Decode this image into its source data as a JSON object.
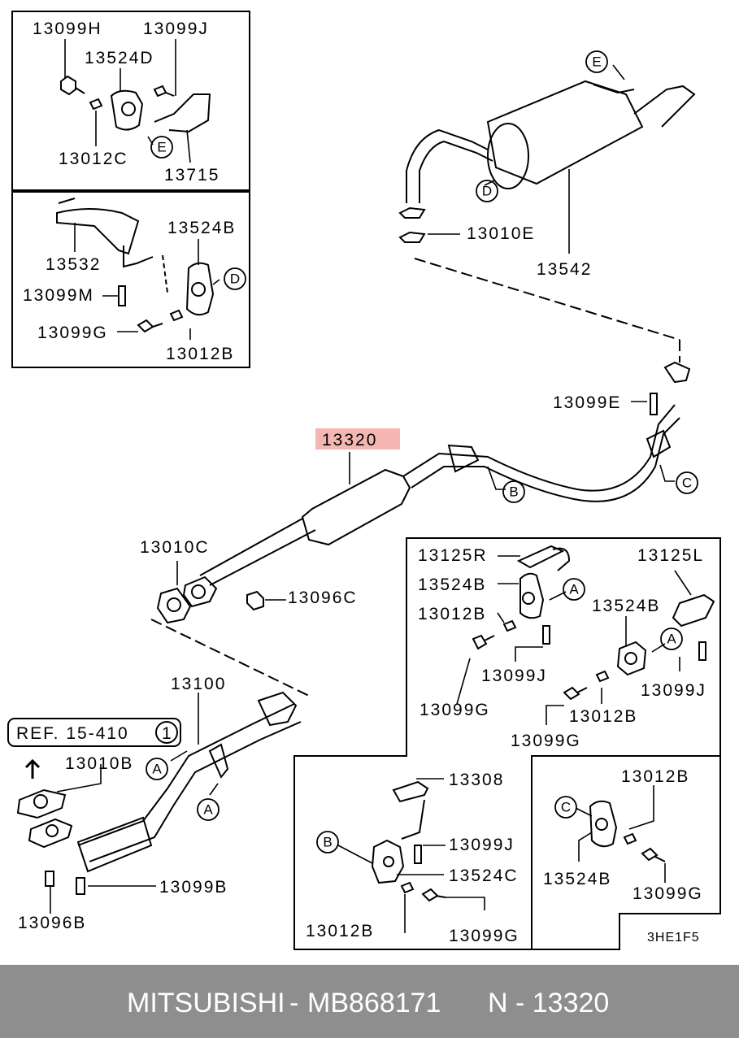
{
  "parts": {
    "p13099H": "13099H",
    "p13099J_top": "13099J",
    "p13524D": "13524D",
    "p13012C": "13012C",
    "p13715": "13715",
    "p13532": "13532",
    "p13524B_left": "13524B",
    "p13099M": "13099M",
    "p13099G_left": "13099G",
    "p13012B_left": "13012B",
    "p13010E": "13010E",
    "p13542": "13542",
    "p13099E": "13099E",
    "p13320": "13320",
    "p13010C": "13010C",
    "p13096C": "13096C",
    "p13100": "13100",
    "ref": "REF. 15-410",
    "ref_num": "1",
    "p13010B": "13010B",
    "p13099B": "13099B",
    "p13096B": "13096B",
    "p13125R": "13125R",
    "p13125L": "13125L",
    "p13524B_r1": "13524B",
    "p13524B_r2": "13524B",
    "p13012B_r1": "13012B",
    "p13099J_r1": "13099J",
    "p13099J_r2": "13099J",
    "p13099G_r1": "13099G",
    "p13012B_r2": "13012B",
    "p13099G_r2": "13099G",
    "p13308": "13308",
    "p13099J_b": "13099J",
    "p13524C": "13524C",
    "p13012B_b": "13012B",
    "p13099G_b": "13099G",
    "p13012B_c": "13012B",
    "p13524B_c": "13524B",
    "p13099G_c": "13099G",
    "code": "3HE1F5"
  },
  "callouts": {
    "A": "A",
    "B": "B",
    "C": "C",
    "D": "D",
    "E": "E"
  },
  "highlight_color": "#f4b6b0",
  "footer": {
    "brand": "MITSUBISHI",
    "sep1": "-",
    "part_number": "MB868171",
    "sep2": "N - 13320"
  }
}
